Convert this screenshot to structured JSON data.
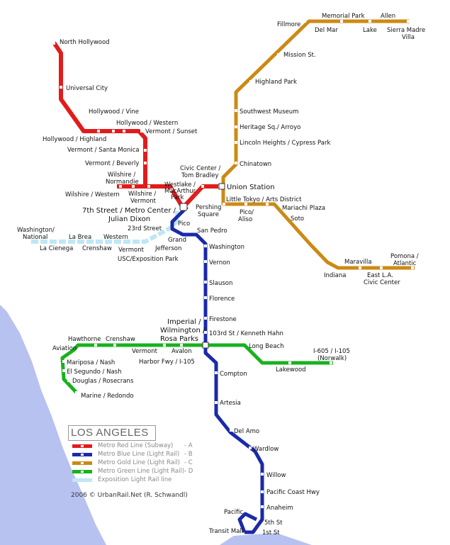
{
  "title": "LOS ANGELES",
  "credit": "2006 © UrbanRail.Net (R. Schwandl)",
  "legend": [
    {
      "name": "Metro Red Line (Subway)",
      "code": "- A",
      "color": "#e21b1b"
    },
    {
      "name": "Metro Blue Line (Light Rail)",
      "code": "- B",
      "color": "#1a2aa8"
    },
    {
      "name": "Metro Gold Line (Light Rail)",
      "code": "- C",
      "color": "#cc8a14"
    },
    {
      "name": "Metro Green Line (Light Rail)",
      "code": "- D",
      "color": "#18b21e"
    },
    {
      "name": "Exposition Light Rail line",
      "code": "",
      "color": "#bfe6f5"
    }
  ],
  "stations": {
    "north_hollywood": "North Hollywood",
    "universal_city": "Universal City",
    "hollywood_vine": "Hollywood / Vine",
    "hollywood_western": "Hollywood / Western",
    "hollywood_highland": "Hollywood / Highland",
    "vermont_sunset": "Vermont / Sunset",
    "vermont_santa_monica": "Vermont / Santa Monica",
    "vermont_beverly": "Vermont / Beverly",
    "wilshire_normandie_1": "Wilshire /",
    "wilshire_normandie_2": "Normandie",
    "wilshire_western": "Wilshire / Western",
    "wilshire_vermont_1": "Wilshire /",
    "wilshire_vermont_2": "Vermont",
    "westlake_1": "Westlake /",
    "westlake_2": "MacArthur",
    "westlake_3": "Park",
    "civic_center_1": "Civic Center /",
    "civic_center_2": "Tom Bradley",
    "union_station": "Union Station",
    "pershing_1": "Pershing",
    "pershing_2": "Square",
    "metro_center_1": "7th Street / Metro Center /",
    "metro_center_2": "Julian Dixon",
    "pico": "Pico",
    "san_pedro": "San Pedro",
    "grand_1": "Grand",
    "grand_2": "Jefferson",
    "washington": "Washington",
    "vermont_blue": "Vernon",
    "slauson": "Slauson",
    "florence": "Florence",
    "firestone": "Firestone",
    "hahn": "103rd St / Kenneth Hahn",
    "imperial_1": "Imperial /",
    "imperial_2": "Wilmington /",
    "imperial_3": "Rosa Parks",
    "compton": "Compton",
    "artesia": "Artesia",
    "del_amo": "Del Amo",
    "wardlow": "Wardlow",
    "willow": "Willow",
    "pch": "Pacific Coast Hwy",
    "anaheim": "Anaheim",
    "fifth": "5th St",
    "first": "1st St",
    "pacific": "Pacific",
    "transit_mall": "Transit Mall",
    "fillmore": "Fillmore",
    "memorial_park": "Memorial Park",
    "allen": "Allen",
    "del_mar": "Del Mar",
    "lake": "Lake",
    "sierra_madre_1": "Sierra Madre",
    "sierra_madre_2": "Villa",
    "mission": "Mission St.",
    "highland_park": "Highland Park",
    "southwest_museum": "Southwest Museum",
    "heritage": "Heritage Sq./ Arroyo",
    "lincoln_heights": "Lincoln Heights / Cypress Park",
    "chinatown": "Chinatown",
    "little_tokyo": "Little Tokyo / Arts District",
    "pico_aliso_1": "Pico/",
    "pico_aliso_2": "Aliso",
    "mariachi": "Mariachi Plaza",
    "soto": "Soto",
    "indiana": "Indiana",
    "maravilla": "Maravilla",
    "east_la_1": "East L.A.",
    "east_la_2": "Civic Center",
    "pomona_1": "Pomona /",
    "pomona_2": "Atlantic",
    "washington_national_1": "Washington/",
    "washington_national_2": "National",
    "la_brea": "La Brea",
    "western_expo": "Western",
    "la_cienega": "La Cienega",
    "crenshaw_expo": "Crenshaw",
    "vermont_expo": "Vermont",
    "street23": "23rd Street",
    "usc": "USC/Exposition Park",
    "hawthorne": "Hawthorne",
    "crenshaw_green": "Crenshaw",
    "aviation": "Aviation",
    "vermont_green": "Vermont",
    "avalon": "Avalon",
    "harbor": "Harbor Fwy / I-105",
    "long_beach": "Long Beach",
    "lakewood": "Lakewood",
    "i605_1": "I-605 / I-105",
    "i605_2": "(Norwalk)",
    "mariposa": "Mariposa / Nash",
    "el_segundo": "El Segundo / Nash",
    "douglas": "Douglas / Rosecrans",
    "marine": "Marine / Redondo"
  }
}
